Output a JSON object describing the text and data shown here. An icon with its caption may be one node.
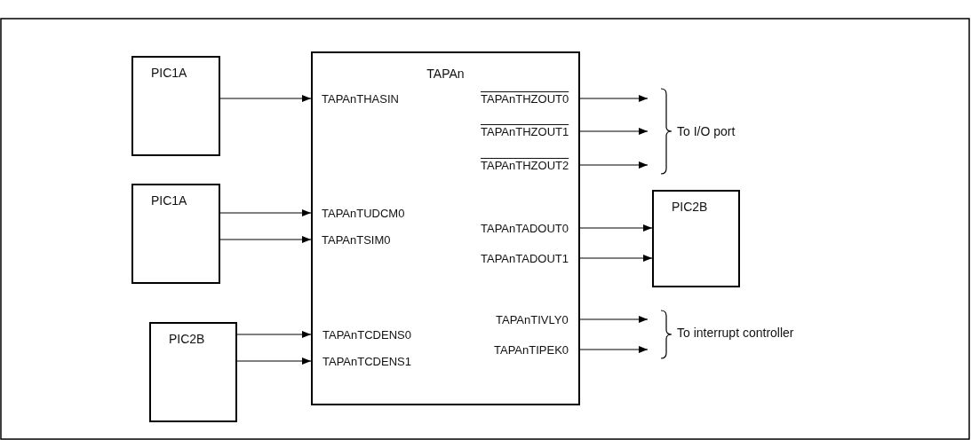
{
  "diagram": {
    "nodes": [
      {
        "text": [
          "PIC1A"
        ]
      },
      {
        "text": [
          "TAPAn"
        ]
      },
      {
        "text": [
          "PIC1A"
        ]
      },
      {
        "text": [
          "PIC2B"
        ]
      },
      {
        "text": [
          "PIC2B"
        ]
      }
    ],
    "edges": [
      {
        "from": 0,
        "to": 1,
        "arrow": "to"
      },
      {
        "from": 2,
        "to": 1,
        "arrow": "to"
      },
      {
        "from": 2,
        "to": 1,
        "arrow": "to"
      },
      {
        "from": 3,
        "to": 1,
        "arrow": "to"
      },
      {
        "from": 3,
        "to": 1,
        "arrow": "to"
      },
      {
        "from": 1,
        "to": null,
        "arrow": "to"
      },
      {
        "from": 1,
        "to": null,
        "arrow": "to"
      },
      {
        "from": 1,
        "to": null,
        "arrow": "to"
      },
      {
        "from": 1,
        "to": 4,
        "arrow": "to"
      },
      {
        "from": 1,
        "to": 4,
        "arrow": "to"
      },
      {
        "from": 1,
        "to": null,
        "arrow": "to"
      },
      {
        "from": 1,
        "to": null,
        "arrow": "to"
      }
    ],
    "labels": [
      "TAPAnTHASIN",
      "TAPAnTHZOUT0",
      "TAPAnTHZOUT1",
      "TAPAnTHZOUT2",
      "To I/O port",
      "TAPAnTUDCM0",
      "TAPAnTADOUT0",
      "TAPAnTSIM0",
      "TAPAnTADOUT1",
      "TAPAnTIVLY0",
      "To interrupt controller",
      "TAPAnTCDENS0",
      "TAPAnTIPEK0",
      "TAPAnTCDENS1"
    ]
  }
}
